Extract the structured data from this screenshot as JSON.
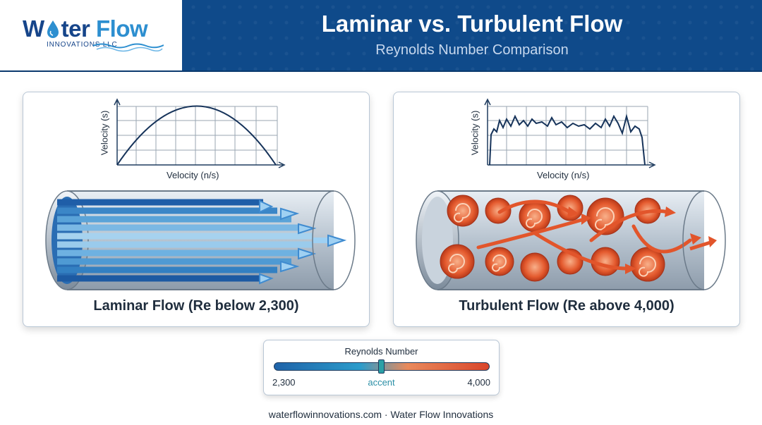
{
  "header": {
    "logo_word_1": "W",
    "logo_word_2": "ter",
    "logo_word_3": "Flow",
    "logo_sub": "INNOVATIONS LLC",
    "title": "Laminar vs. Turbulent Flow",
    "subtitle": "Reynolds Number Comparison"
  },
  "laminar_panel": {
    "y_axis_label": "Velocity (s)",
    "x_axis_label": "Velocity (n/s)",
    "label": "Laminar Flow (Re below 2,300)"
  },
  "turbulent_panel": {
    "y_axis_label": "Velocity (s)",
    "x_axis_label": "Velocity (n/s)",
    "label": "Turbulent Flow (Re above 4,000)"
  },
  "reynolds_scale": {
    "title": "Reynolds Number",
    "min_label": "2,300",
    "mid_label": "accent",
    "max_label": "4,000",
    "thumb_position": 0.5
  },
  "footer": {
    "text": "waterflowinnovations.com · Water Flow Innovations"
  },
  "colors": {
    "header_blue": "#0f4a8a",
    "laminar_blue": "#2d7fc4",
    "turbulent_orange": "#e2552b",
    "pipe_gray": "#9aa9b8"
  },
  "icons": [
    "water-drop-icon",
    "wave-icon"
  ]
}
